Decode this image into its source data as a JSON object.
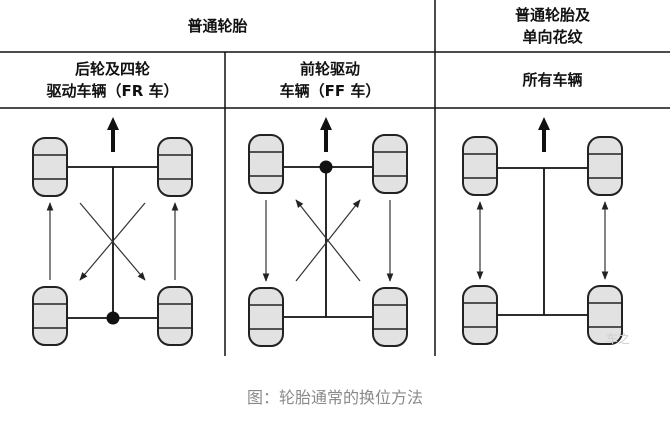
{
  "header": {
    "group_normal": "普通轮胎",
    "group_directional": "普通轮胎及\n单向花纹"
  },
  "columns": [
    {
      "label": "后轮及四轮\n驱动车辆（FR 车）",
      "pattern": "cross-rear-to-front"
    },
    {
      "label": "前轮驱动\n车辆（FF 车）",
      "pattern": "cross-front-to-rear"
    },
    {
      "label": "所有车辆",
      "pattern": "same-side-swap"
    }
  ],
  "caption": "图：轮胎通常的换位方法",
  "watermark": "车之"
}
